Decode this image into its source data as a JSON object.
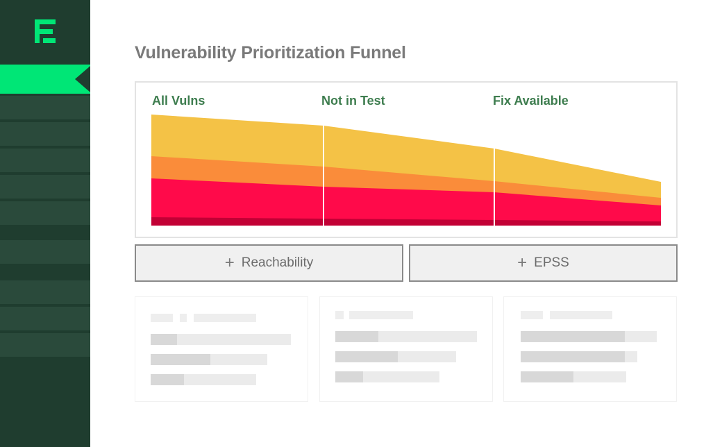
{
  "page": {
    "title": "Vulnerability Prioritization Funnel"
  },
  "colors": {
    "sidebar_bg": "#1f3d2f",
    "nav_item": "#2a4a3b",
    "nav_active": "#00e676",
    "logo": "#00e676",
    "stage_label": "#3e7d4f",
    "band_yellow": "#f4c246",
    "band_orange": "#fa8c3a",
    "band_red": "#ff0a4a",
    "band_darkred": "#c20035"
  },
  "funnel": {
    "stages": [
      {
        "label": "All Vulns"
      },
      {
        "label": "Not in Test"
      },
      {
        "label": "Fix Available"
      }
    ]
  },
  "buttons": {
    "reachability": "Reachability",
    "epss": "EPSS",
    "plus_icon": "+"
  },
  "icons": {
    "logo": "snyk-e-logo-icon",
    "plus": "plus-icon"
  }
}
